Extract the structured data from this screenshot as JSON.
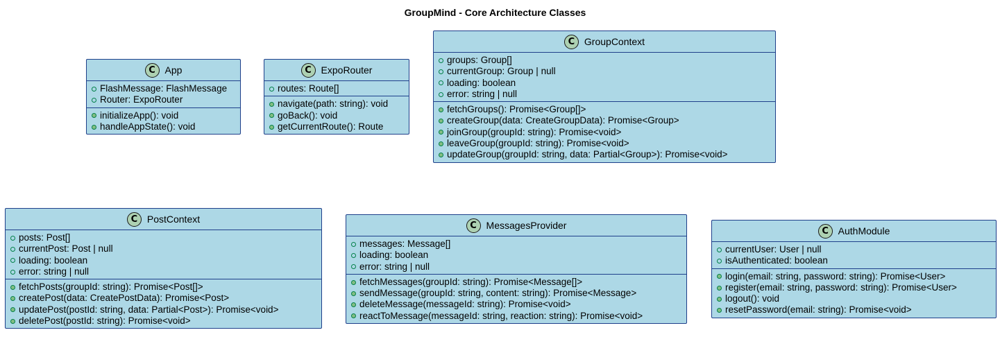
{
  "title": "GroupMind - Core Architecture Classes",
  "class_icon": "C",
  "classes": {
    "app": {
      "name": "App",
      "fields": [
        "FlashMessage: FlashMessage",
        "Router: ExpoRouter"
      ],
      "methods": [
        "initializeApp(): void",
        "handleAppState(): void"
      ]
    },
    "exporouter": {
      "name": "ExpoRouter",
      "fields": [
        "routes: Route[]"
      ],
      "methods": [
        "navigate(path: string): void",
        "goBack(): void",
        "getCurrentRoute(): Route"
      ]
    },
    "groupcontext": {
      "name": "GroupContext",
      "fields": [
        "groups: Group[]",
        "currentGroup: Group | null",
        "loading: boolean",
        "error: string | null"
      ],
      "methods": [
        "fetchGroups(): Promise<Group[]>",
        "createGroup(data: CreateGroupData): Promise<Group>",
        "joinGroup(groupId: string): Promise<void>",
        "leaveGroup(groupId: string): Promise<void>",
        "updateGroup(groupId: string, data: Partial<Group>): Promise<void>"
      ]
    },
    "postcontext": {
      "name": "PostContext",
      "fields": [
        "posts: Post[]",
        "currentPost: Post | null",
        "loading: boolean",
        "error: string | null"
      ],
      "methods": [
        "fetchPosts(groupId: string): Promise<Post[]>",
        "createPost(data: CreatePostData): Promise<Post>",
        "updatePost(postId: string, data: Partial<Post>): Promise<void>",
        "deletePost(postId: string): Promise<void>"
      ]
    },
    "messagesprovider": {
      "name": "MessagesProvider",
      "fields": [
        "messages: Message[]",
        "loading: boolean",
        "error: string | null"
      ],
      "methods": [
        "fetchMessages(groupId: string): Promise<Message[]>",
        "sendMessage(groupId: string, content: string): Promise<Message>",
        "deleteMessage(messageId: string): Promise<void>",
        "reactToMessage(messageId: string, reaction: string): Promise<void>"
      ]
    },
    "authmodule": {
      "name": "AuthModule",
      "fields": [
        "currentUser: User | null",
        "isAuthenticated: boolean"
      ],
      "methods": [
        "login(email: string, password: string): Promise<User>",
        "register(email: string, password: string): Promise<User>",
        "logout(): void",
        "resetPassword(email: string): Promise<void>"
      ]
    }
  }
}
